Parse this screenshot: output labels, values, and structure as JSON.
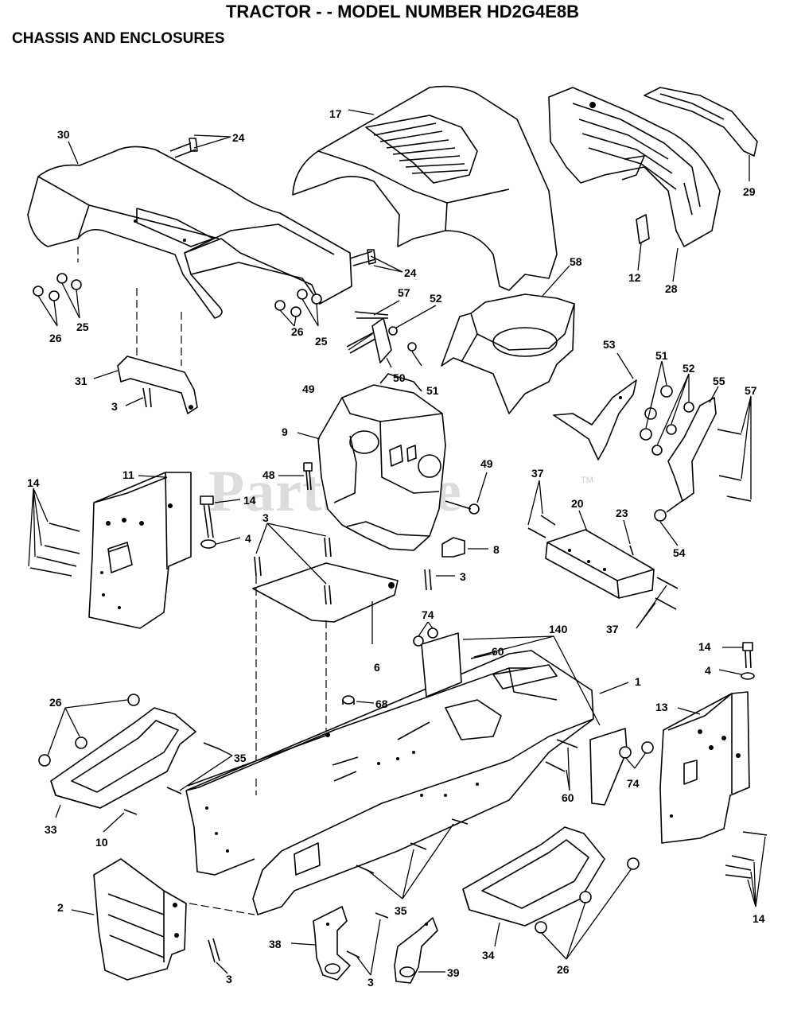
{
  "header": {
    "title": "TRACTOR - - MODEL NUMBER HD2G4E8B",
    "section": "CHASSIS AND ENCLOSURES"
  },
  "watermark": {
    "text": "PartsTree",
    "tm": "TM"
  },
  "callouts": [
    {
      "id": "c30",
      "text": "30"
    },
    {
      "id": "c24a",
      "text": "24"
    },
    {
      "id": "c17",
      "text": "17"
    },
    {
      "id": "c29",
      "text": "29"
    },
    {
      "id": "c12",
      "text": "12"
    },
    {
      "id": "c28",
      "text": "28"
    },
    {
      "id": "c58",
      "text": "58"
    },
    {
      "id": "c24b",
      "text": "24"
    },
    {
      "id": "c57a",
      "text": "57"
    },
    {
      "id": "c52a",
      "text": "52"
    },
    {
      "id": "c25a",
      "text": "25"
    },
    {
      "id": "c26a",
      "text": "26"
    },
    {
      "id": "c26b",
      "text": "26"
    },
    {
      "id": "c25b",
      "text": "25"
    },
    {
      "id": "c49a",
      "text": "49"
    },
    {
      "id": "c50",
      "text": "50"
    },
    {
      "id": "c51a",
      "text": "51"
    },
    {
      "id": "c53",
      "text": "53"
    },
    {
      "id": "c51b",
      "text": "51"
    },
    {
      "id": "c52b",
      "text": "52"
    },
    {
      "id": "c55",
      "text": "55"
    },
    {
      "id": "c57b",
      "text": "57"
    },
    {
      "id": "c31",
      "text": "31"
    },
    {
      "id": "c3a",
      "text": "3"
    },
    {
      "id": "c9",
      "text": "9"
    },
    {
      "id": "c14a",
      "text": "14"
    },
    {
      "id": "c11",
      "text": "11"
    },
    {
      "id": "c48",
      "text": "48"
    },
    {
      "id": "c14b",
      "text": "14"
    },
    {
      "id": "c49b",
      "text": "49"
    },
    {
      "id": "c37a",
      "text": "37"
    },
    {
      "id": "c20",
      "text": "20"
    },
    {
      "id": "c23",
      "text": "23"
    },
    {
      "id": "c54",
      "text": "54"
    },
    {
      "id": "c3b",
      "text": "3"
    },
    {
      "id": "c4a",
      "text": "4"
    },
    {
      "id": "c8",
      "text": "8"
    },
    {
      "id": "c3c",
      "text": "3"
    },
    {
      "id": "c37b",
      "text": "37"
    },
    {
      "id": "c74a",
      "text": "74"
    },
    {
      "id": "c140",
      "text": "140"
    },
    {
      "id": "c60a",
      "text": "60"
    },
    {
      "id": "c6",
      "text": "6"
    },
    {
      "id": "c14c",
      "text": "14"
    },
    {
      "id": "c4b",
      "text": "4"
    },
    {
      "id": "c1",
      "text": "1"
    },
    {
      "id": "c26c",
      "text": "26"
    },
    {
      "id": "c68",
      "text": "68"
    },
    {
      "id": "c13",
      "text": "13"
    },
    {
      "id": "c35a",
      "text": "35"
    },
    {
      "id": "c60b",
      "text": "60"
    },
    {
      "id": "c74b",
      "text": "74"
    },
    {
      "id": "c33",
      "text": "33"
    },
    {
      "id": "c10",
      "text": "10"
    },
    {
      "id": "c2",
      "text": "2"
    },
    {
      "id": "c35b",
      "text": "35"
    },
    {
      "id": "c14d",
      "text": "14"
    },
    {
      "id": "c38",
      "text": "38"
    },
    {
      "id": "c3d",
      "text": "3"
    },
    {
      "id": "c39",
      "text": "39"
    },
    {
      "id": "c34",
      "text": "34"
    },
    {
      "id": "c26d",
      "text": "26"
    },
    {
      "id": "c3e",
      "text": "3"
    }
  ]
}
